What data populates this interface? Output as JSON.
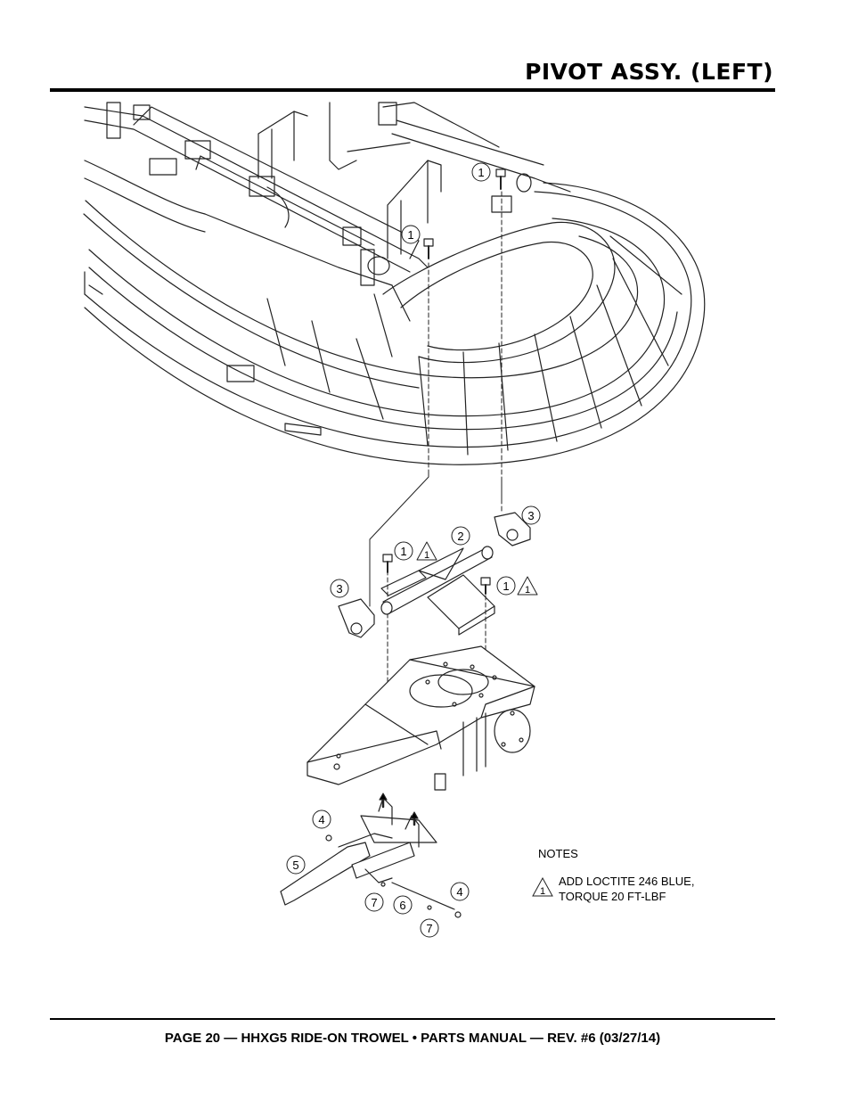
{
  "header": {
    "title": "PIVOT ASSY. (LEFT)"
  },
  "callouts": {
    "c1a": "1",
    "c1b": "1",
    "c1c": "1",
    "c1d": "1",
    "c2": "2",
    "c3a": "3",
    "c3b": "3",
    "c4a": "4",
    "c4b": "4",
    "c5": "5",
    "c6": "6",
    "c7a": "7",
    "c7b": "7",
    "note_ref_a": "1",
    "note_ref_b": "1"
  },
  "notes": {
    "title": "NOTES",
    "note_number": "1",
    "line1": "ADD LOCTITE 246 BLUE,",
    "line2": "TORQUE 20 FT-LBF"
  },
  "footer": {
    "text": "PAGE 20 — HHXG5 RIDE-ON TROWEL • PARTS MANUAL — REV. #6 (03/27/14)"
  }
}
